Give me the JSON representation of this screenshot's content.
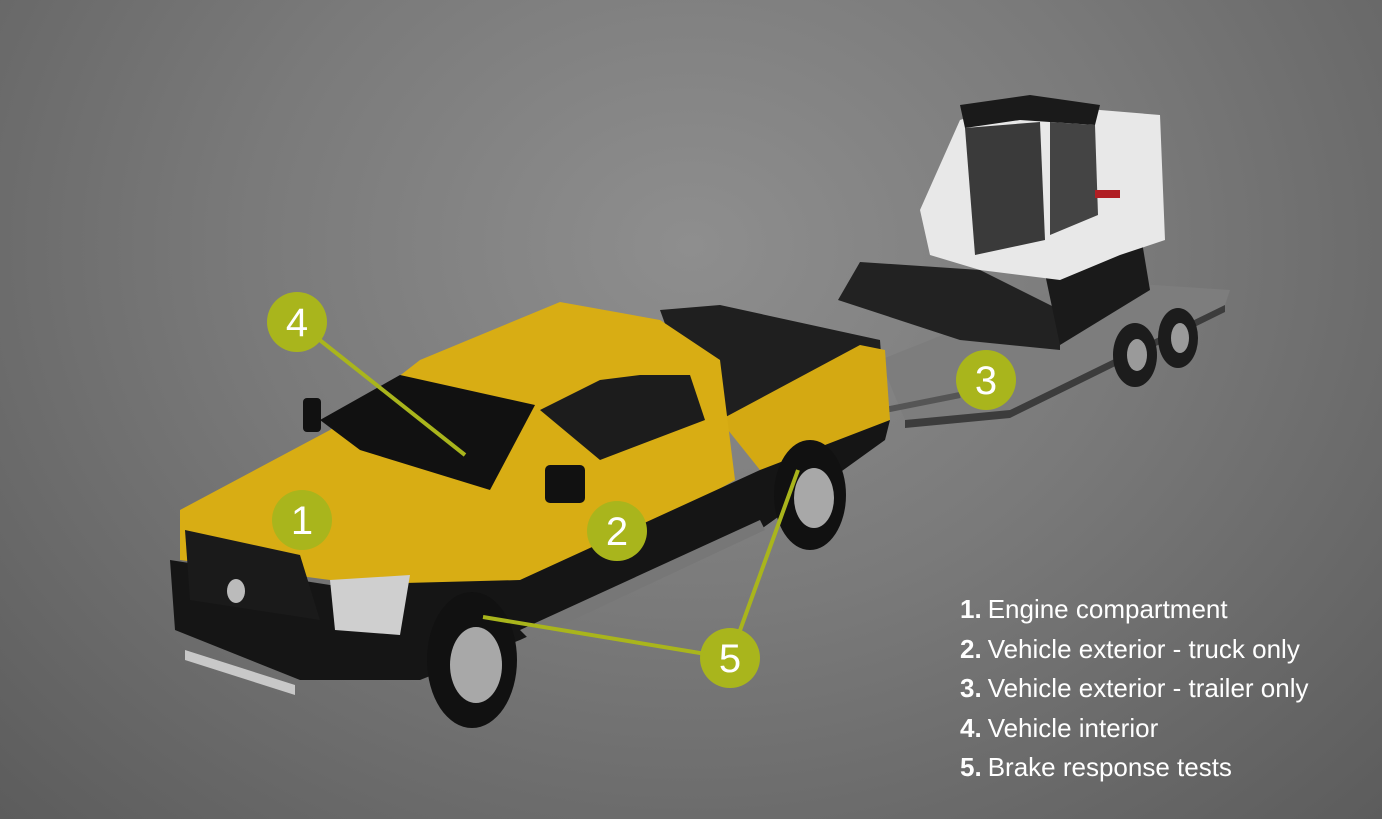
{
  "accent_color": "#a9b51c",
  "markers": [
    {
      "number": "1"
    },
    {
      "number": "2"
    },
    {
      "number": "3"
    },
    {
      "number": "4"
    },
    {
      "number": "5"
    }
  ],
  "legend": [
    {
      "number": "1.",
      "label": "Engine compartment"
    },
    {
      "number": "2.",
      "label": "Vehicle exterior - truck only"
    },
    {
      "number": "3.",
      "label": "Vehicle exterior - trailer only"
    },
    {
      "number": "4.",
      "label": "Vehicle interior"
    },
    {
      "number": "5.",
      "label": "Brake response tests"
    }
  ]
}
